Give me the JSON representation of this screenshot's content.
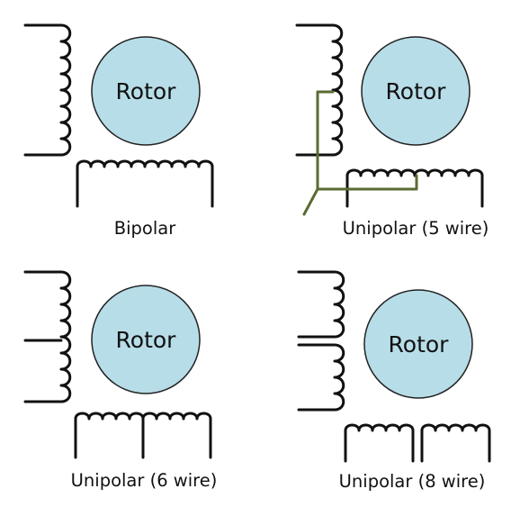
{
  "colors": {
    "rotor_fill": "#b7dde8",
    "winding": "#111111",
    "common_wire": "#5a6b32",
    "background": "#ffffff"
  },
  "panels": [
    {
      "rotor_label": "Rotor",
      "caption": "Bipolar"
    },
    {
      "rotor_label": "Rotor",
      "caption": "Unipolar (5 wire)"
    },
    {
      "rotor_label": "Rotor",
      "caption": "Unipolar (6 wire)"
    },
    {
      "rotor_label": "Rotor",
      "caption": "Unipolar (8 wire)"
    }
  ]
}
